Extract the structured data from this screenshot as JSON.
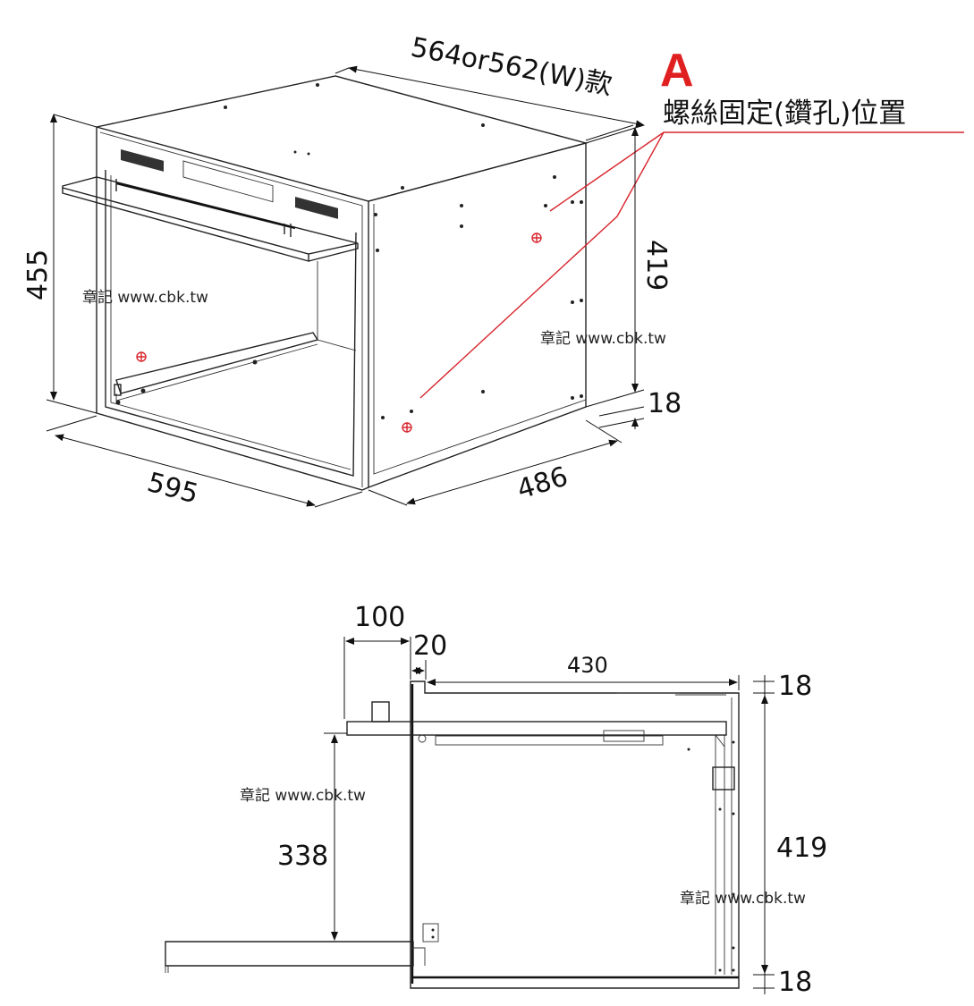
{
  "top_view": {
    "width_label": "564or562(W)款",
    "callout_letter": "A",
    "callout_text": "螺絲固定(鑽孔)位置",
    "height_label": "455",
    "inner_height_label": "419",
    "bottom_gap_label": "18",
    "front_width_label": "595",
    "depth_label": "486",
    "watermark_left": "章記 www.cbk.tw",
    "watermark_right": "章記 www.cbk.tw"
  },
  "side_view": {
    "door_label": "100",
    "gap_label": "20",
    "depth_label": "430",
    "top_label": "18",
    "height_label": "419",
    "bottom_label": "18",
    "door_drop_label": "338",
    "watermark_left": "章記 www.cbk.tw",
    "watermark_right": "章記 www.cbk.tw"
  },
  "colors": {
    "accent": "#d8262d",
    "line": "#222222"
  }
}
